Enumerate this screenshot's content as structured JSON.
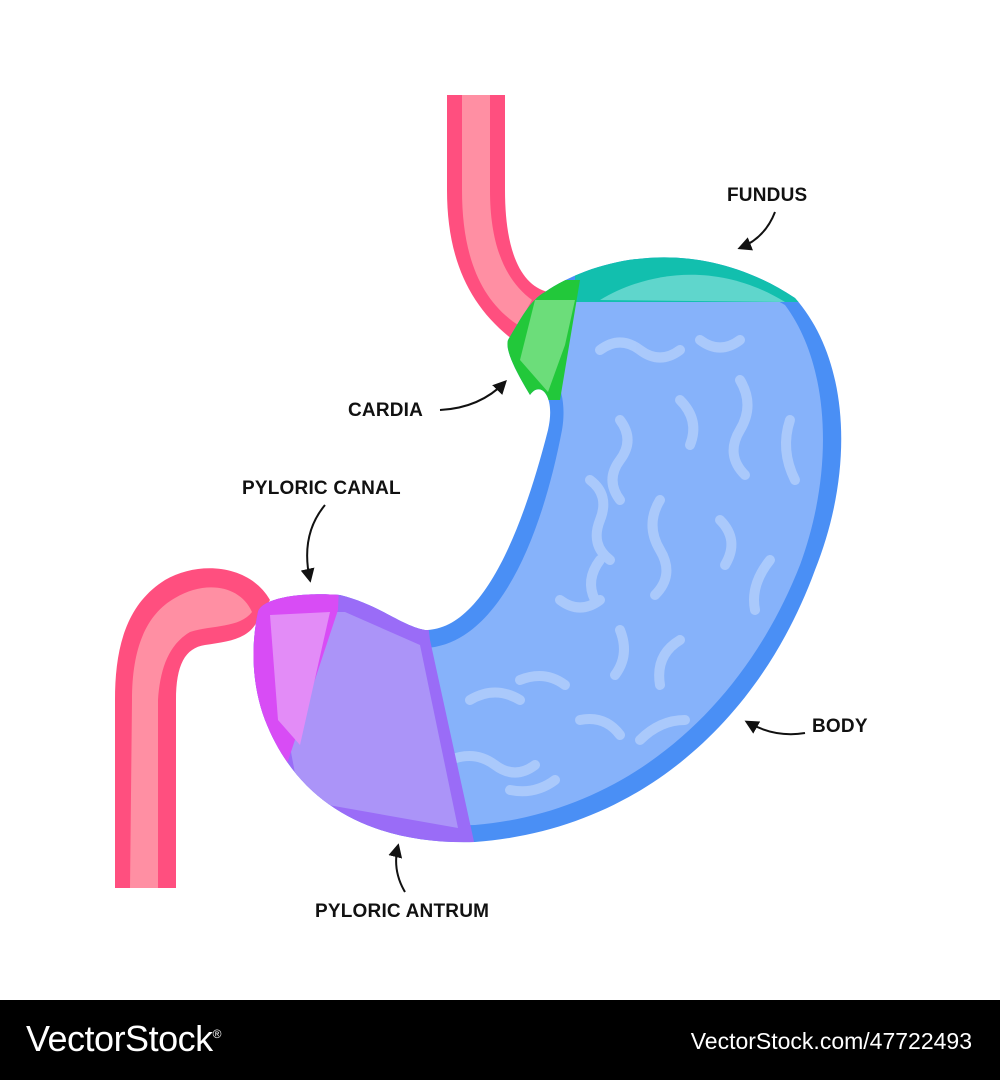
{
  "labels": {
    "fundus": "FUNDUS",
    "cardia": "CARDIA",
    "pyloric_canal": "PYLORIC CANAL",
    "body": "BODY",
    "pyloric_antrum": "PYLORIC ANTRUM"
  },
  "colors": {
    "esophagus": "#ff4f7f",
    "esophagus_inner": "#ff8fa3",
    "cardia": "#22c83a",
    "fundus": "#12bfae",
    "body": "#4a8ff5",
    "body_fill": "#86b2fa",
    "antrum": "#9a6cf7",
    "canal": "#d84cf5"
  },
  "footer": {
    "brand": "VectorStock",
    "brand_suffix": "®",
    "image_id": "VectorStock.com/47722493"
  }
}
